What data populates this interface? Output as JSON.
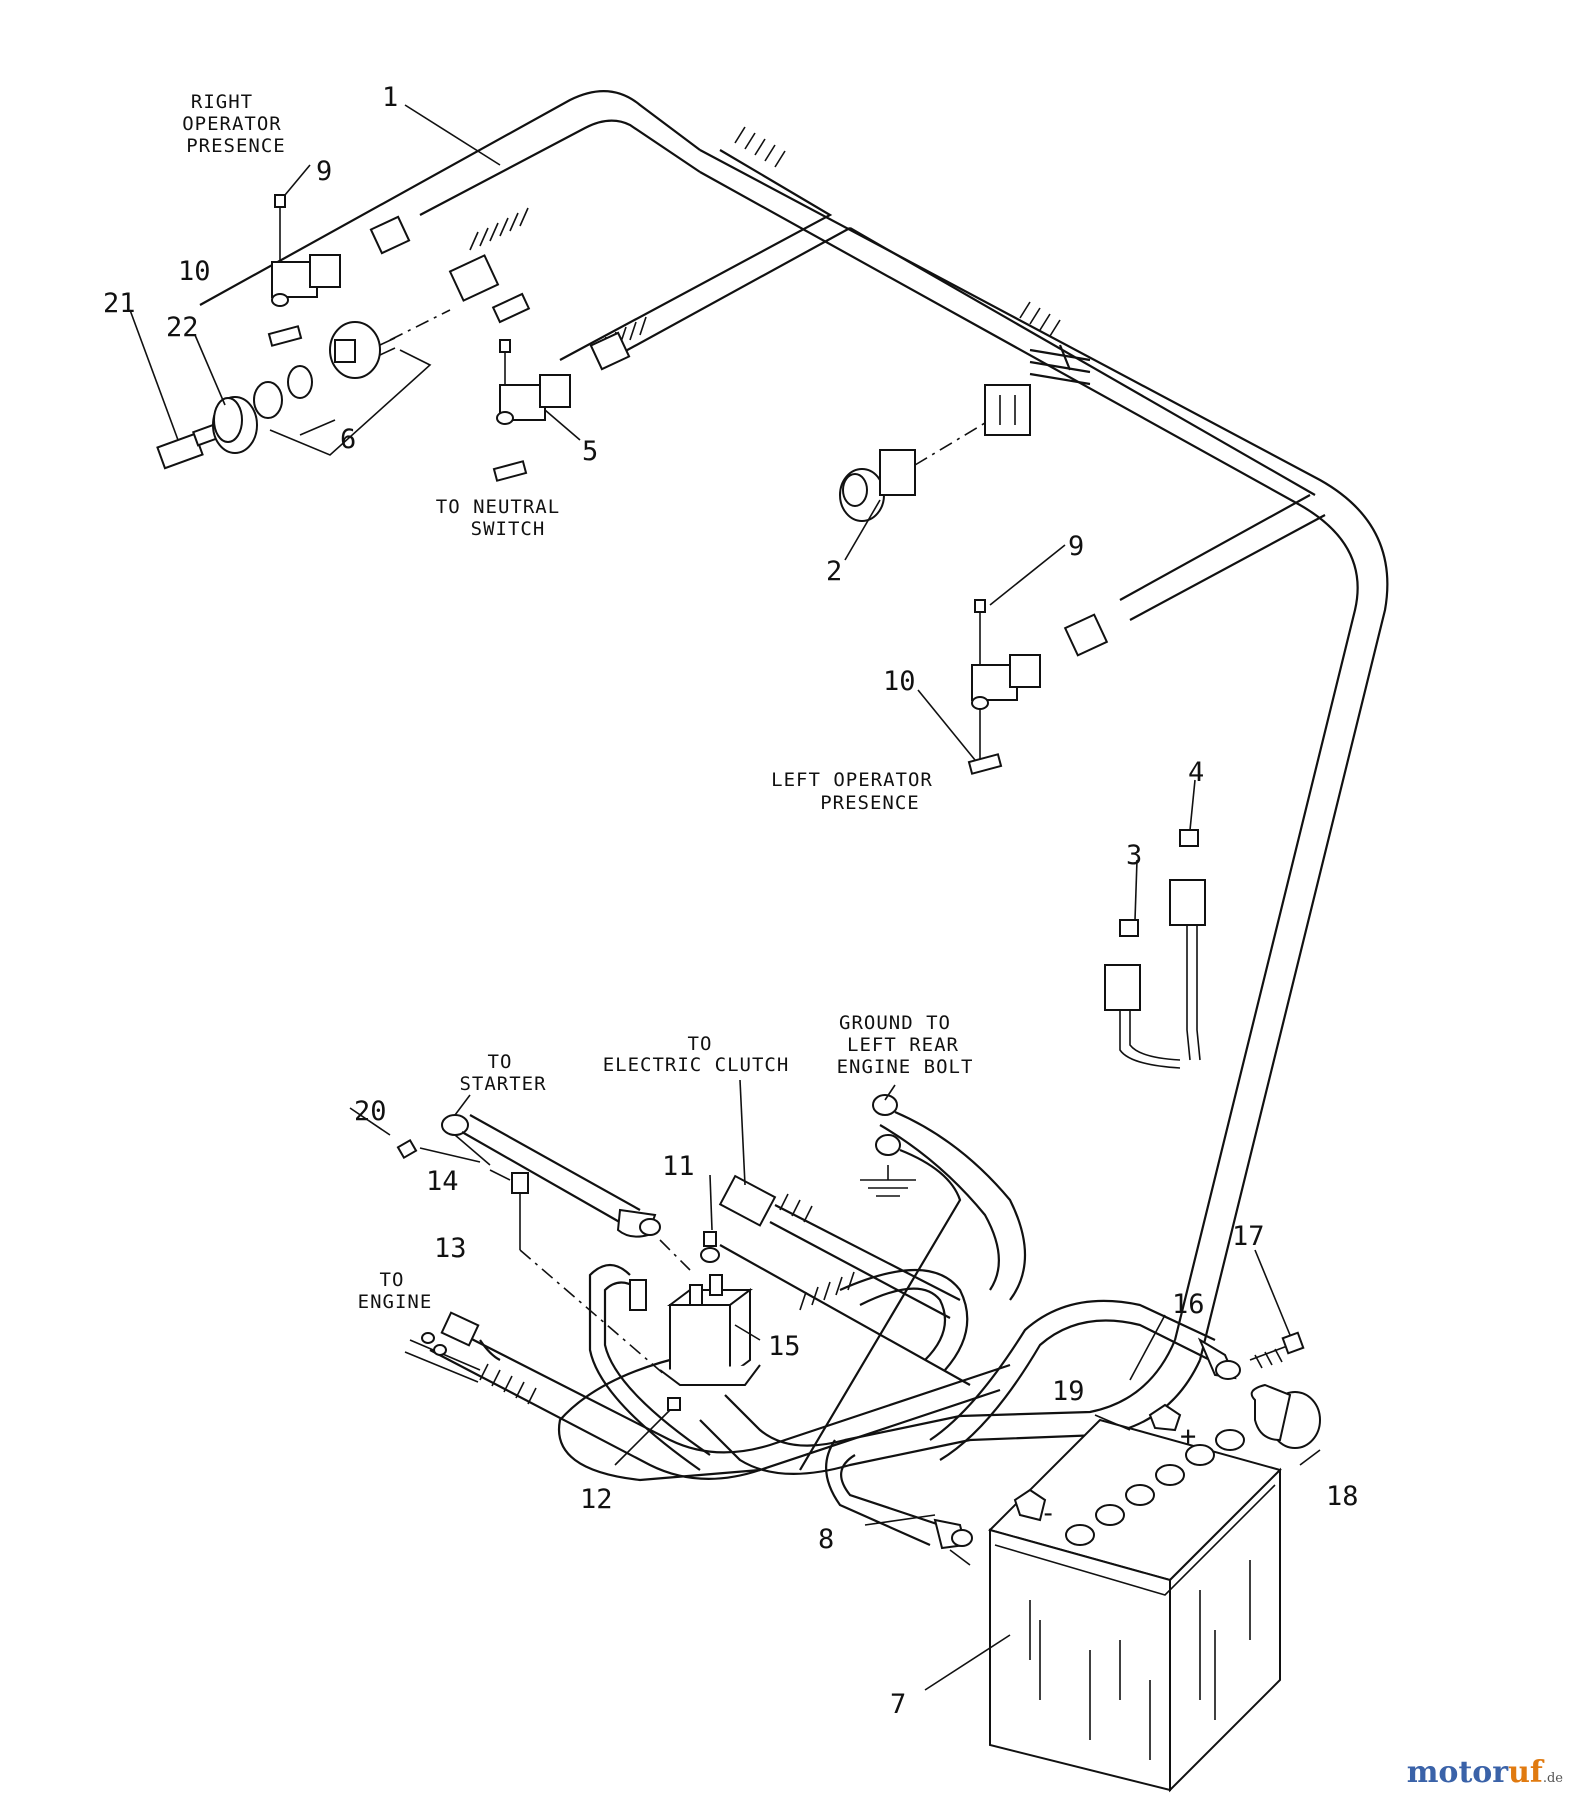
{
  "captions": {
    "right_operator_presence": [
      "RIGHT",
      "OPERATOR",
      "PRESENCE"
    ],
    "to_neutral_switch": [
      "TO NEUTRAL",
      "SWITCH"
    ],
    "left_operator_presence": [
      "LEFT OPERATOR",
      "PRESENCE"
    ],
    "to_starter": [
      "TO",
      "STARTER"
    ],
    "to_electric_clutch": [
      "TO",
      "ELECTRIC CLUTCH"
    ],
    "ground": [
      "GROUND TO",
      "LEFT REAR",
      "ENGINE BOLT"
    ],
    "to_engine": [
      "TO",
      "ENGINE"
    ]
  },
  "callouts": {
    "c1": "1",
    "c2": "2",
    "c3": "3",
    "c4": "4",
    "c5": "5",
    "c6": "6",
    "c7": "7",
    "c8": "8",
    "c9a": "9",
    "c9b": "9",
    "c10a": "10",
    "c10b": "10",
    "c11": "11",
    "c12": "12",
    "c13": "13",
    "c14": "14",
    "c15": "15",
    "c16": "16",
    "c17": "17",
    "c18": "18",
    "c19": "19",
    "c20": "20",
    "c21": "21",
    "c22": "22"
  },
  "battery_symbols": {
    "plus": "+",
    "minus": "-"
  },
  "watermark": {
    "brand_a": "motor",
    "brand_b": "uf",
    "suffix": ".de"
  },
  "colors": {
    "line": "#111111",
    "background": "#ffffff",
    "brand_blue": "#3a62a8",
    "brand_orange": "#e07a10"
  }
}
